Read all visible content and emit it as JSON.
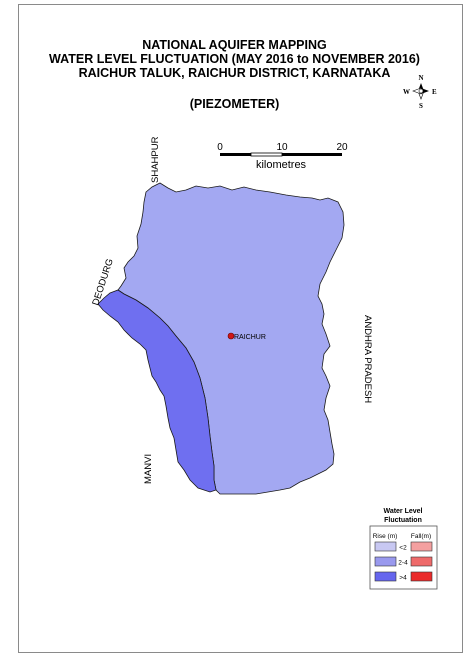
{
  "title": {
    "line1": "NATIONAL AQUIFER MAPPING",
    "line2": "WATER LEVEL FLUCTUATION (MAY 2016 to NOVEMBER 2016)",
    "line3": "RAICHUR TALUK, RAICHUR DISTRICT, KARNATAKA",
    "line4": "(PIEZOMETER)"
  },
  "north_arrow": {
    "n": "N",
    "s": "S",
    "e": "E",
    "w": "W"
  },
  "scale_bar": {
    "ticks": [
      "0",
      "10",
      "20"
    ],
    "unit": "kilometres"
  },
  "places": {
    "shahpur": "SHAHPUR",
    "deodurg": "DEODURG",
    "manvi": "MANVI",
    "andhra_pradesh": "ANDHRA PRADESH",
    "raichur": "RAICHUR"
  },
  "legend": {
    "title_line1": "Water Level",
    "title_line2": "Fluctuation",
    "rise_header": "Rise (m)",
    "fall_header": "Fall(m)",
    "classes": [
      {
        "label": "<2",
        "rise_color": "#c8c8f2",
        "fall_color": "#f4a0a0"
      },
      {
        "label": "2-4",
        "rise_color": "#9999ee",
        "fall_color": "#ee6a6a"
      },
      {
        "label": ">4",
        "rise_color": "#6666ee",
        "fall_color": "#ea2b2b"
      }
    ]
  },
  "colors": {
    "zone_2_4": "#a3a8f2",
    "zone_gt4": "#6f6ff0",
    "border": "#1a1a1a",
    "town_marker": "#d01515"
  }
}
